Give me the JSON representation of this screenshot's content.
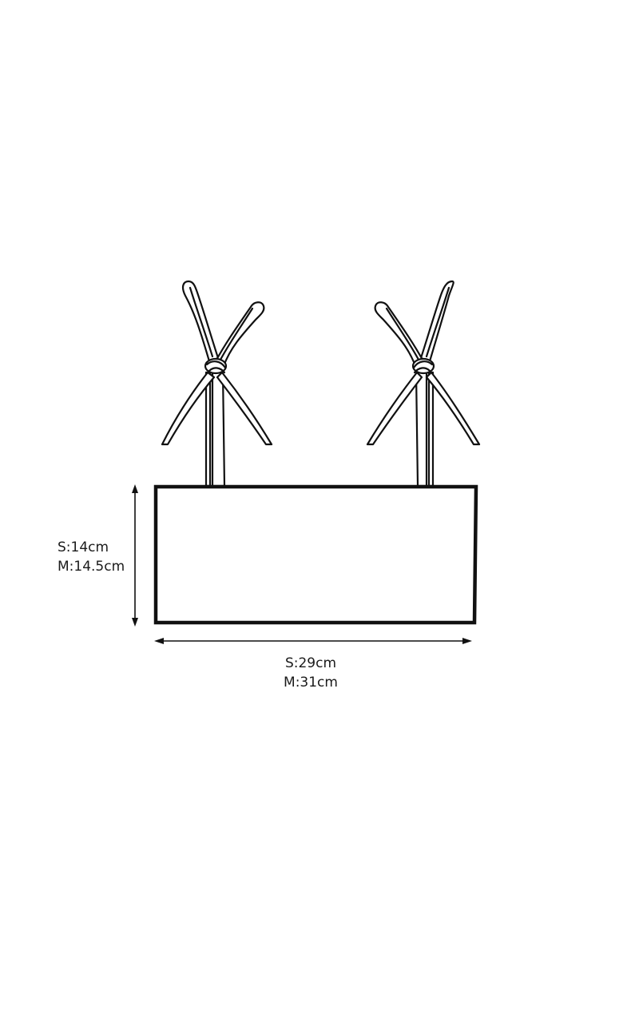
{
  "diagram": {
    "height_dimension": {
      "size_s": "S:14cm",
      "size_m": "M:14.5cm"
    },
    "width_dimension": {
      "size_s": "S:29cm",
      "size_m": "M:31cm"
    }
  }
}
